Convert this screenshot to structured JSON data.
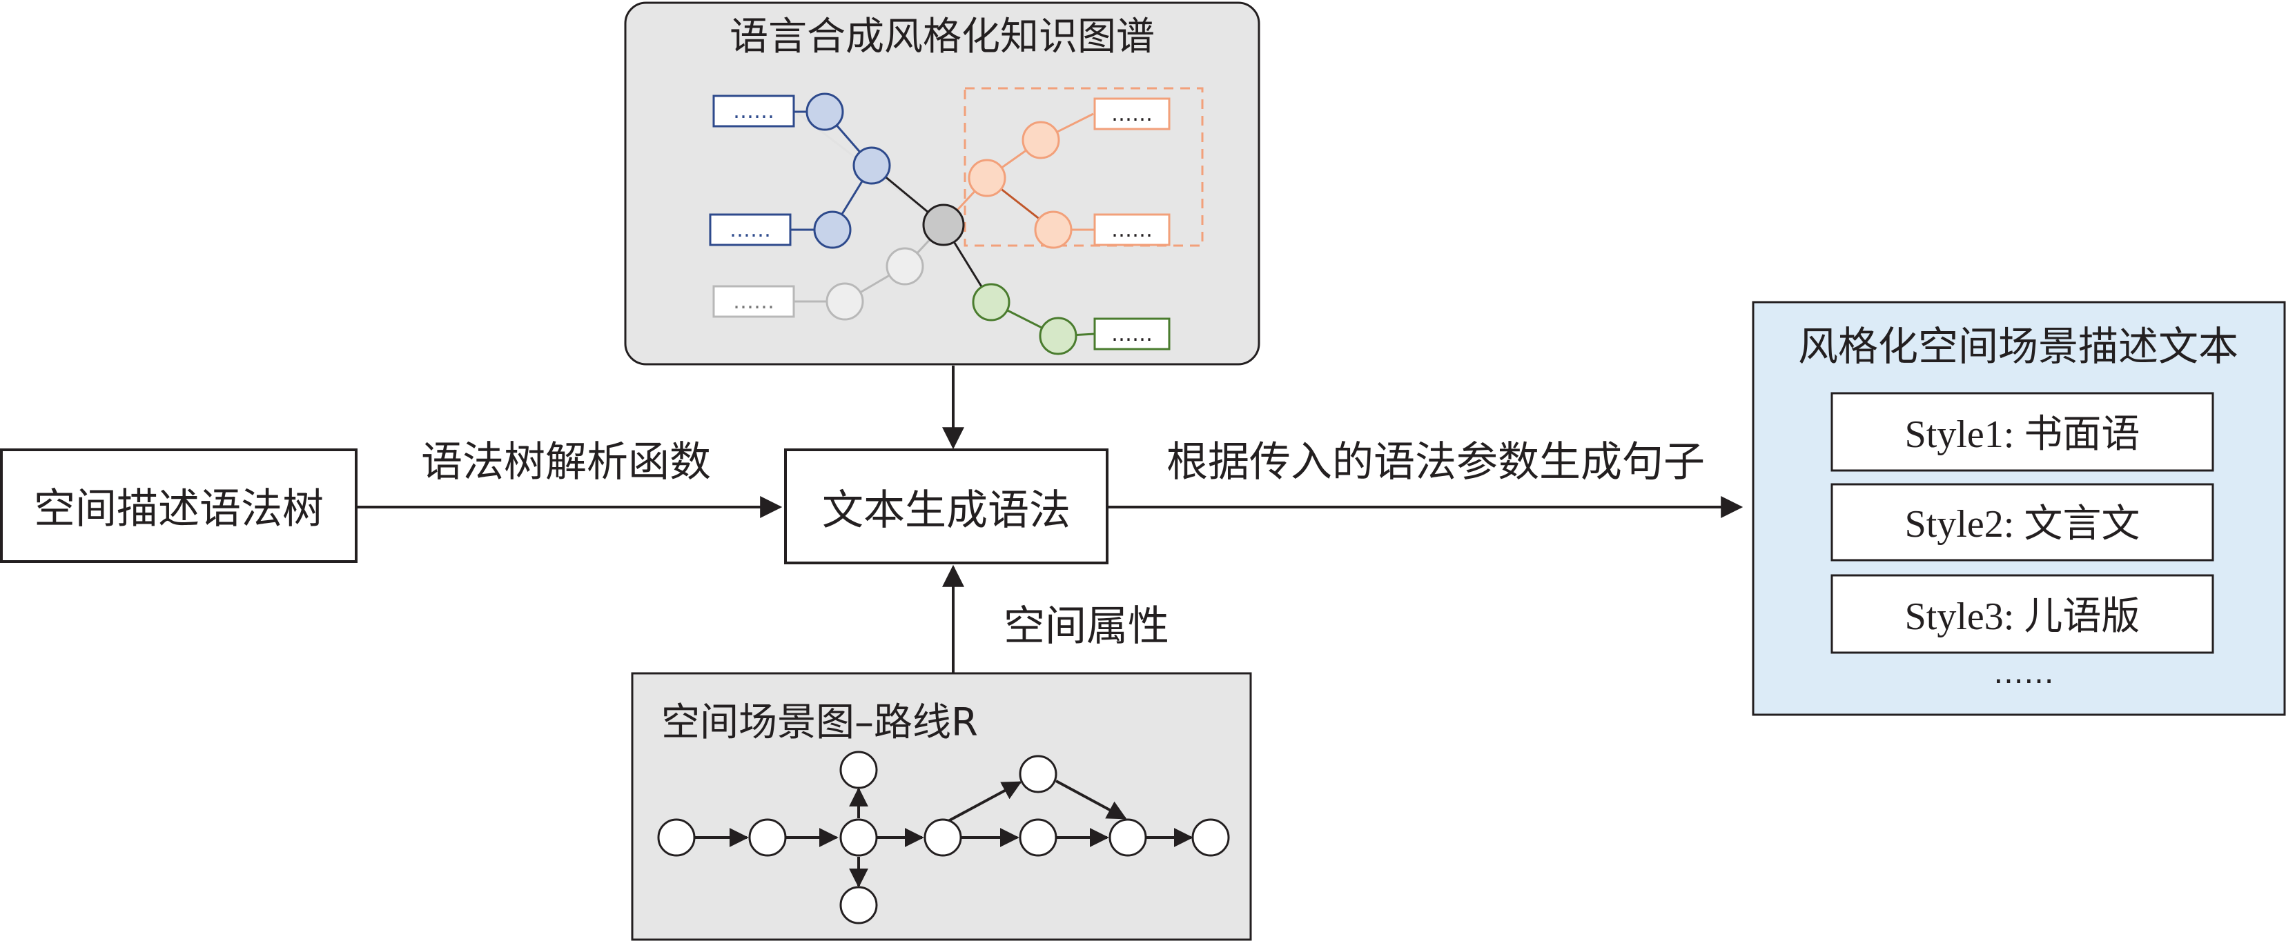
{
  "kg_panel": {
    "title": "语言合成风格化知识图谱",
    "leaf_placeholder": "……",
    "colors": {
      "panel_fill": "#e6e6e6",
      "blue": "#2e4a8c",
      "blue_fill": "#c7d3ea",
      "orange": "#f2a07a",
      "orange_fill": "#fcd9c4",
      "orange_dark": "#c0562a",
      "green": "#4a7c2e",
      "green_fill": "#d6e8c8",
      "gray": "#b8b8b8",
      "gray_fill": "#eeeeee",
      "center_fill": "#c8c8c8"
    }
  },
  "left_box": {
    "label": "空间描述语法树"
  },
  "center_box": {
    "label": "文本生成语法"
  },
  "edge_parse": {
    "label": "语法树解析函数"
  },
  "edge_generate": {
    "label": "根据传入的语法参数生成句子"
  },
  "edge_spatial": {
    "label": "空间属性"
  },
  "scene_panel": {
    "title": "空间场景图–路线R"
  },
  "output_panel": {
    "title": "风格化空间场景描述文本",
    "styles": [
      {
        "label": "Style1: 书面语"
      },
      {
        "label": "Style2: 文言文"
      },
      {
        "label": "Style3: 儿语版"
      }
    ],
    "ellipsis": "……",
    "colors": {
      "fill": "#dcebf7"
    }
  }
}
